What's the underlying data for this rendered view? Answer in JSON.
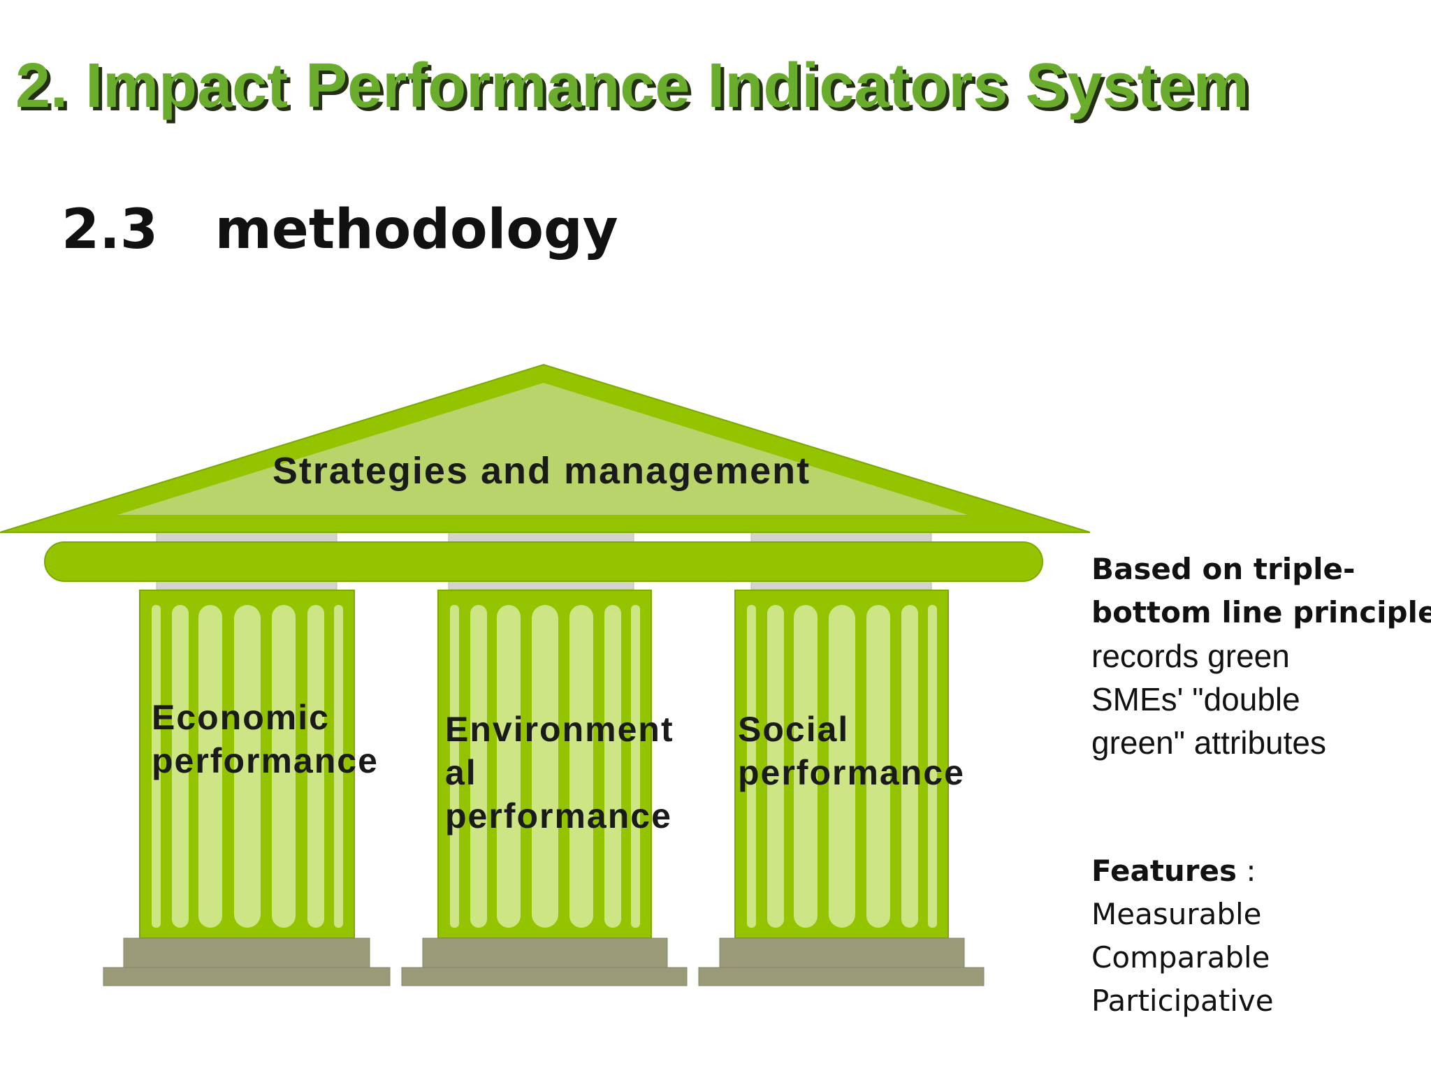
{
  "slide": {
    "title": "2. Impact Performance Indicators System",
    "subtitle": "2.3   methodology"
  },
  "diagram": {
    "roof_label": "Strategies and management",
    "pillars": [
      {
        "lines": [
          "Economic",
          "performance"
        ]
      },
      {
        "lines": [
          "Environment",
          "al",
          "performance"
        ]
      },
      {
        "lines": [
          "Social",
          "performance"
        ]
      }
    ]
  },
  "side_notes": {
    "principle_bold_lines": [
      "Based on triple-",
      "bottom line principle"
    ],
    "principle_lines": [
      "records green",
      "SMEs' \"double",
      "green\" attributes"
    ],
    "features_label": "Features",
    "features_sep": " :",
    "features": [
      "Measurable",
      "Comparable",
      "Participative"
    ]
  },
  "colors": {
    "title_green": "#6aad2c",
    "roof_green": "#94c400",
    "roof_inner": "#b8d46a",
    "column_light": "#cde585",
    "base_gray": "#9a9a78"
  }
}
